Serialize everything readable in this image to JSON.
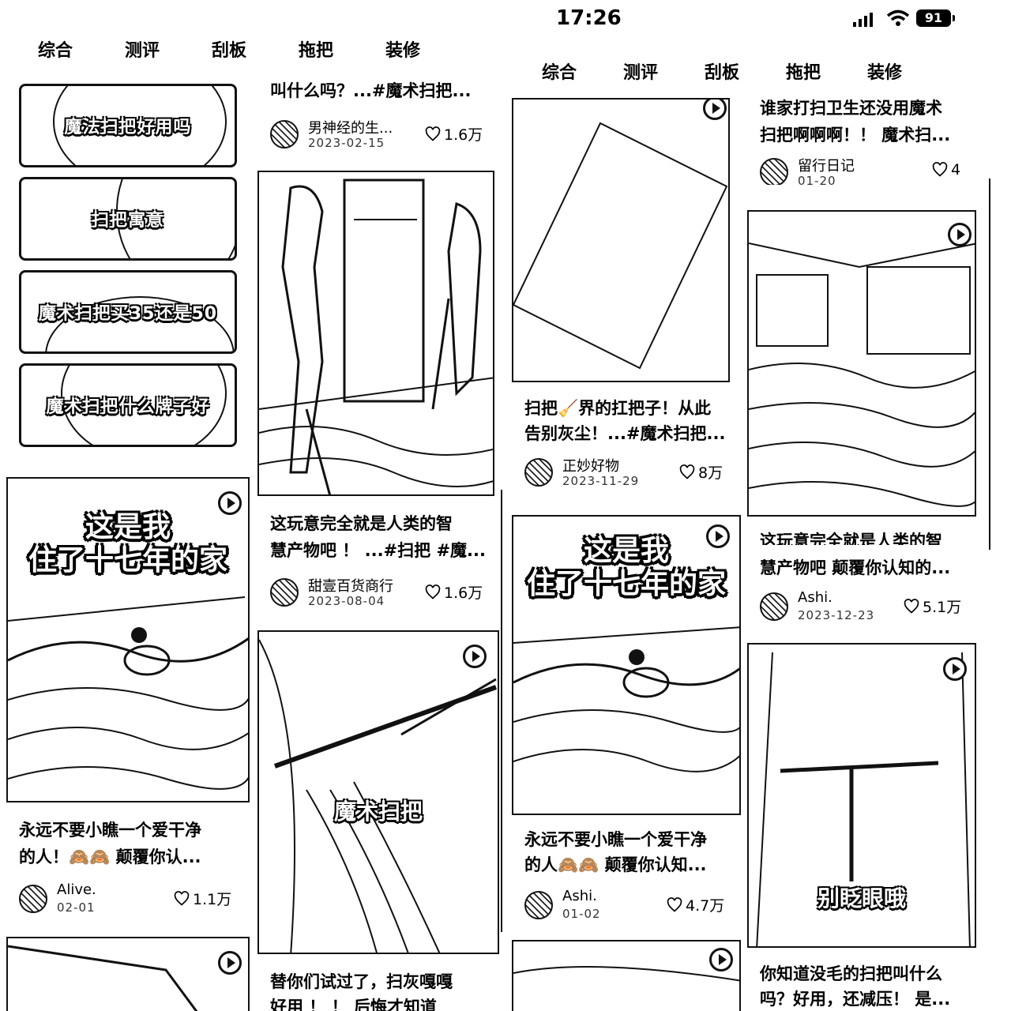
{
  "status_bar": {
    "time": "17:26",
    "battery": "91"
  },
  "tabs_left": [
    "综合",
    "测评",
    "刮板",
    "拖把",
    "装修"
  ],
  "tabs_right": [
    "综合",
    "测评",
    "刮板",
    "拖把",
    "装修"
  ],
  "thumbs": [
    {
      "label": "魔法扫把好用吗"
    },
    {
      "label": "扫把寓意"
    },
    {
      "label": "魔术扫把买35还是50"
    },
    {
      "label": "魔术扫把什么牌子好"
    }
  ],
  "cards": {
    "left_top_partial": {
      "title": "叫什么吗？...#魔术扫把...",
      "author": "男神经的生...",
      "date": "2023-02-15",
      "likes": "1.6万"
    },
    "left_mid": {
      "title1": "这玩意完全就是人类的智",
      "title2": "慧产物吧 ！ ...#扫把 #魔...",
      "author": "甜壹百货商行",
      "date": "2023-08-04",
      "likes": "1.6万"
    },
    "left_big": {
      "overlay1": "这是我",
      "overlay2": "住了十七年的家",
      "title1": "永远不要小瞧一个爱干净",
      "title2": "的人！🙈🙈 颠覆你认...",
      "author": "Alive.",
      "date": "02-01",
      "likes": "1.1万"
    },
    "left_broom": {
      "overlay": "魔术扫把",
      "title1": "替你们试过了，扫灰嘎嘎",
      "title2": "好用 ！ ！ 后悔才知道"
    },
    "right_top": {
      "title1": "谁家打扫卫生还没用魔术",
      "title2": "扫把啊啊啊！！ 魔术扫...",
      "author": "留行日记",
      "date": "01-20",
      "likes": "4"
    },
    "right_glass": {
      "title1": "扫把🧹界的扛把子！从此",
      "title2": "告别灰尘！...#魔术扫把...",
      "author": "正妙好物",
      "date": "2023-11-29",
      "likes": "8万"
    },
    "right_room": {
      "title1": "这玩意完全就是人类的智",
      "title2": "慧产物吧 颠覆你认知的...",
      "author": "Ashi.",
      "date": "2023-12-23",
      "likes": "5.1万"
    },
    "right_big": {
      "overlay1": "这是我",
      "overlay2": "住了十七年的家",
      "title1": "永远不要小瞧一个爱干净",
      "title2": "的人🙈🙈 颠覆你认知...",
      "author": "Ashi.",
      "date": "01-02",
      "likes": "4.7万"
    },
    "right_squeegee": {
      "overlay": "别眨眼哦",
      "title1": "你知道没毛的扫把叫什么",
      "title2": "吗？好用，还减压！ 是..."
    }
  }
}
